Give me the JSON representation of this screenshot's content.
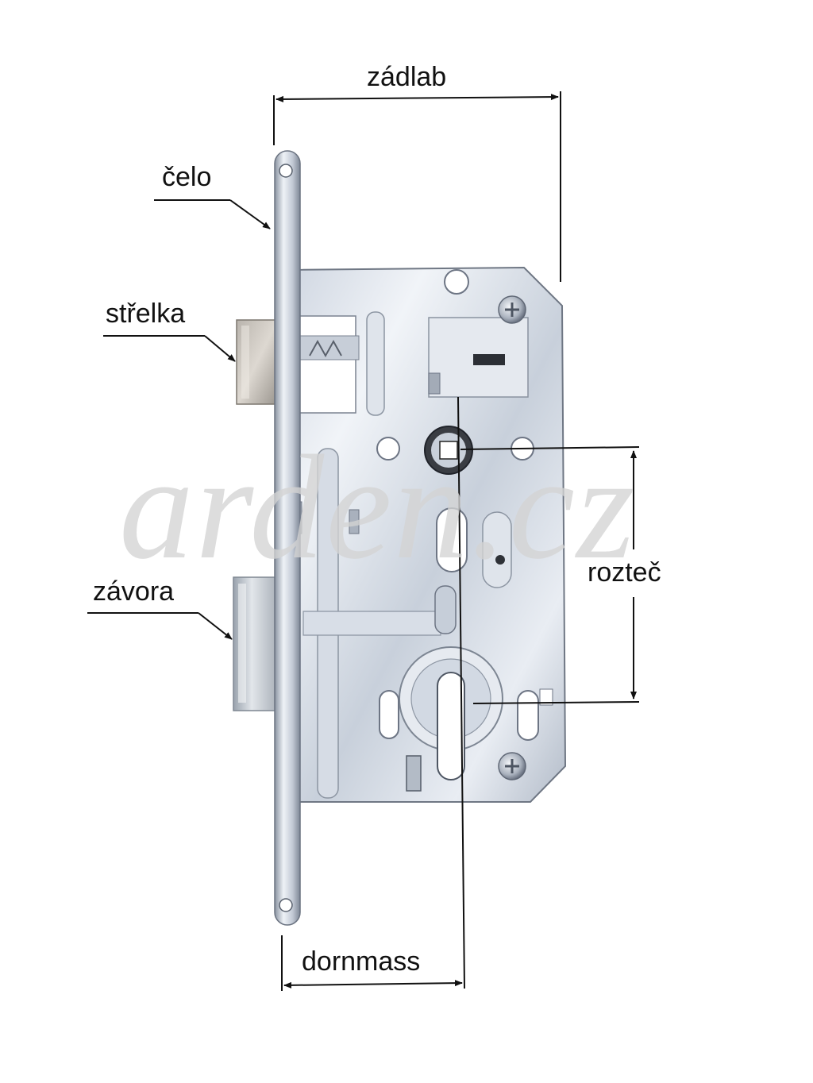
{
  "labels": {
    "zadlab": "zádlab",
    "celo": "čelo",
    "strelka": "střelka",
    "zavora": "závora",
    "roztec": "rozteč",
    "dornmass": "dornmass"
  },
  "watermark": "arden.cz",
  "colors": {
    "line": "#111111",
    "metal_light": "#e6ebf2",
    "metal_mid": "#b7bfcb",
    "metal_dark": "#6f7784",
    "watermark": "#d4d4d4"
  }
}
